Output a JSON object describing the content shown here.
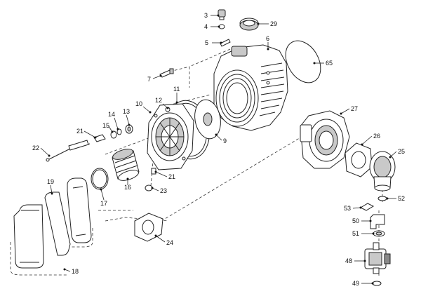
{
  "diagram": {
    "callouts": [
      "3",
      "4",
      "5",
      "6",
      "29",
      "65",
      "7",
      "11",
      "12",
      "10",
      "14",
      "13",
      "15",
      "21",
      "22",
      "19",
      "16",
      "17",
      "21",
      "23",
      "9",
      "27",
      "26",
      "25",
      "53",
      "52",
      "50",
      "51",
      "48",
      "49",
      "24",
      "18"
    ],
    "colors": {
      "line": "#222222",
      "shade": "#c9c9c9",
      "dark": "#8a8a8a",
      "background": "#ffffff"
    }
  }
}
